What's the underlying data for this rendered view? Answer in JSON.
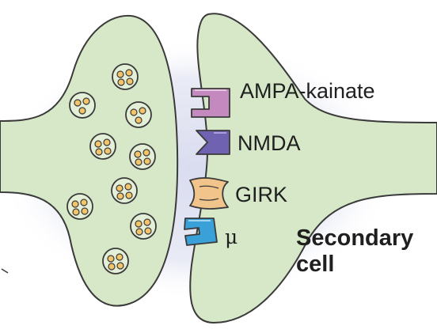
{
  "receptors": {
    "ampa": {
      "label": "AMPA-kainate",
      "color": "#c48ac0"
    },
    "nmda": {
      "label": "NMDA",
      "color": "#6f62b0"
    },
    "girk": {
      "label": "GIRK",
      "color": "#f0c48a"
    },
    "mu": {
      "label": "μ",
      "color": "#3aa0d8"
    }
  },
  "secondary_cell": {
    "line1": "Secondary",
    "line2": "cell"
  },
  "colors": {
    "cell_fill": "#d6e8c8",
    "cell_stroke": "#3a3a3a",
    "halo": "#e4e6f3",
    "vesicle_fill": "#e4efd8",
    "vesicle_dot": "#f3c46a"
  }
}
